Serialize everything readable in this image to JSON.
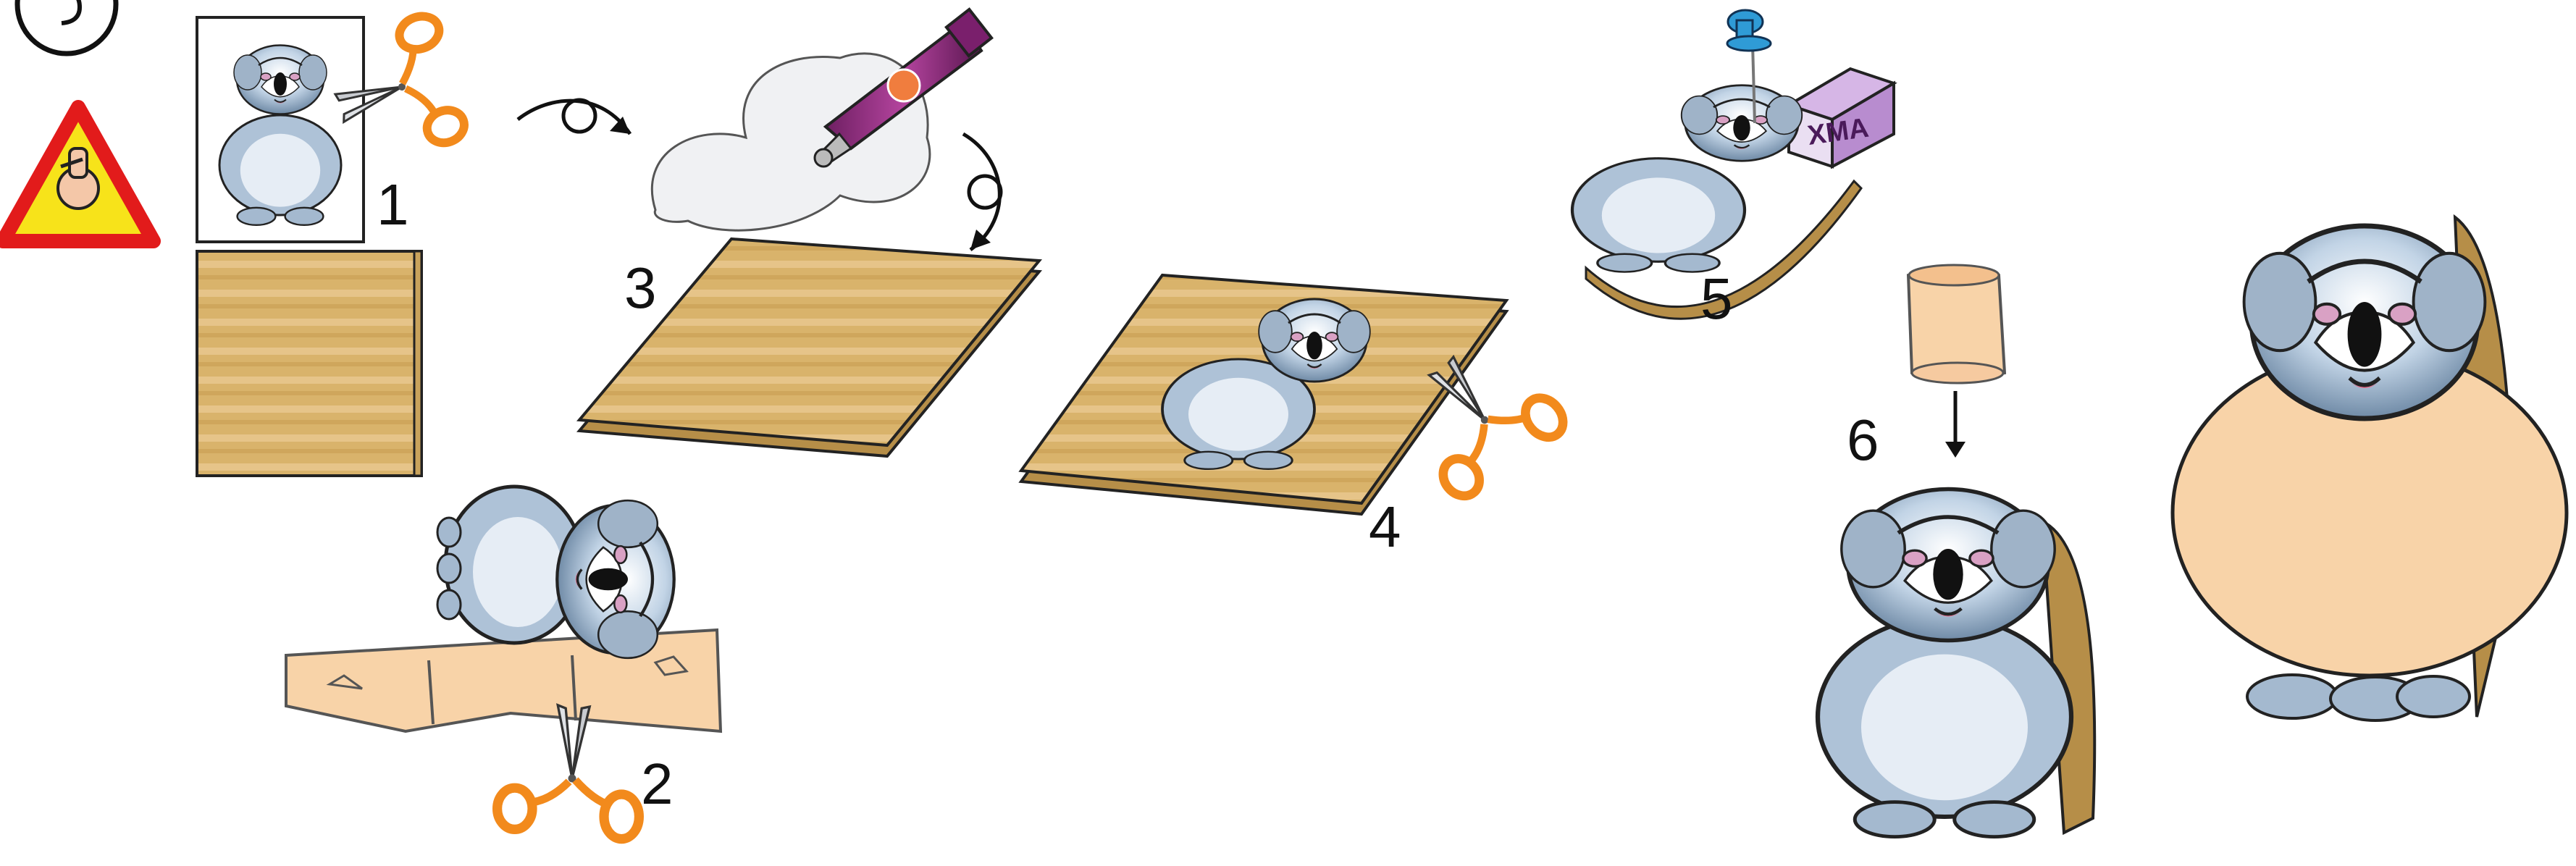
{
  "steps": [
    "1",
    "2",
    "3",
    "4",
    "5",
    "6"
  ],
  "icons": {
    "top_left_symbol": "circle-symbol-icon",
    "warning": "warning-triangle-icon",
    "scissors": "scissors-icon",
    "glue": "glue-tube-icon",
    "pin": "push-pin-icon",
    "box": "box-icon",
    "koala": "koala-icon"
  },
  "colors": {
    "cardboard": "#d8b46c",
    "koala_grey": "#a8bfd6",
    "koala_belly": "#e4ecf4",
    "paper_tube": "#f8d3a8",
    "scissors_orange": "#f28a1c",
    "warning_red": "#e21b1b",
    "warning_yellow": "#f7e31a",
    "glue_purple": "#8a2a78",
    "pin_blue": "#2f9bd6"
  },
  "box_label": "XMA"
}
